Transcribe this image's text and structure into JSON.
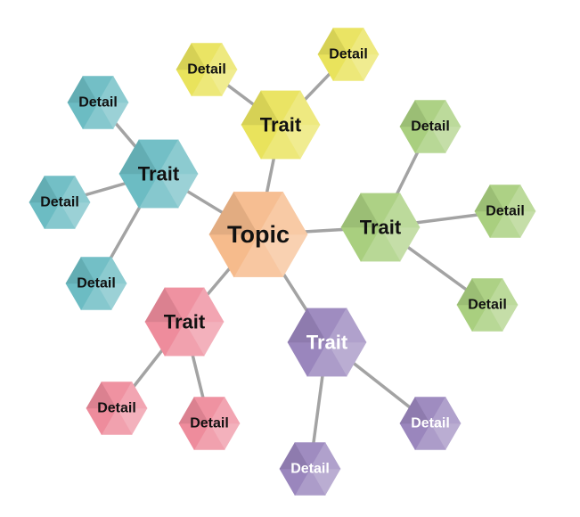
{
  "palette": {
    "topic": "#f6bb8c",
    "yellow": "#e9e35c",
    "teal": "#6cbcc3",
    "green": "#a9cf7f",
    "pink": "#ee8c9c",
    "purple": "#9a86bd",
    "edge": "#a3a3a3"
  },
  "diagram": {
    "topic": {
      "label": "Topic",
      "color": "topic"
    },
    "branches": [
      {
        "id": "yellow",
        "label": "Trait",
        "color": "yellow",
        "details": [
          {
            "label": "Detail"
          },
          {
            "label": "Detail"
          }
        ]
      },
      {
        "id": "teal",
        "label": "Trait",
        "color": "teal",
        "details": [
          {
            "label": "Detail"
          },
          {
            "label": "Detail"
          },
          {
            "label": "Detail"
          }
        ]
      },
      {
        "id": "green",
        "label": "Trait",
        "color": "green",
        "details": [
          {
            "label": "Detail"
          },
          {
            "label": "Detail"
          },
          {
            "label": "Detail"
          }
        ]
      },
      {
        "id": "pink",
        "label": "Trait",
        "color": "pink",
        "details": [
          {
            "label": "Detail"
          },
          {
            "label": "Detail"
          }
        ]
      },
      {
        "id": "purple",
        "label": "Trait",
        "color": "purple",
        "details": [
          {
            "label": "Detail"
          },
          {
            "label": "Detail"
          }
        ]
      }
    ]
  }
}
